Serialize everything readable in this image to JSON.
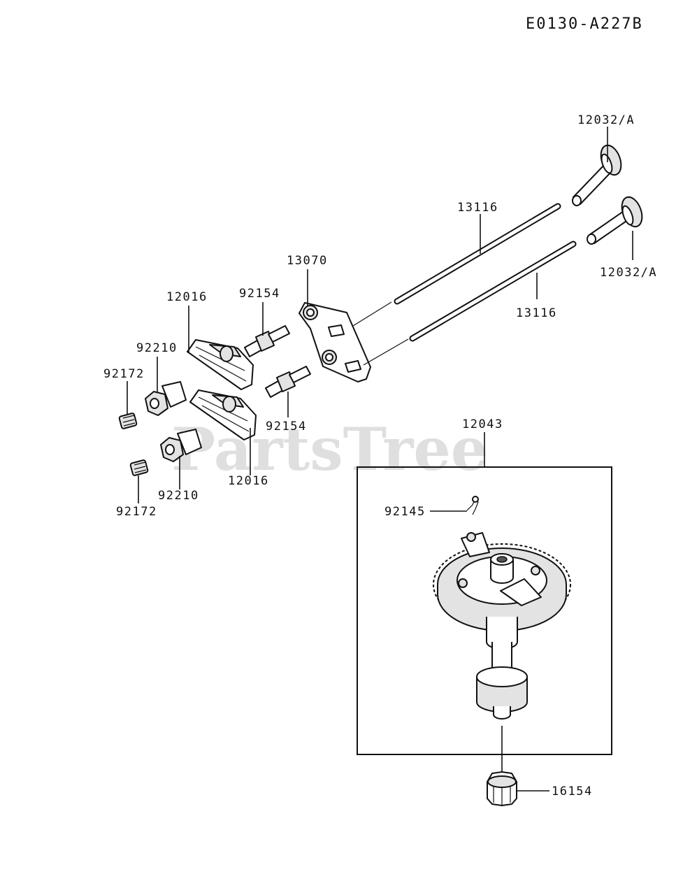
{
  "diagram_code": "E0130-A227B",
  "watermark": "PartsTree",
  "callouts": {
    "valve_upper": "12032/A",
    "valve_lower": "12032/A",
    "push_rod_upper": "13116",
    "push_rod_lower": "13116",
    "push_rod_guide": "13070",
    "stud_upper": "92154",
    "stud_lower": "92154",
    "rocker_arm_upper": "12016",
    "rocker_arm_lower": "12016",
    "nut_upper": "92210",
    "nut_lower": "92210",
    "setscrew_upper": "92172",
    "setscrew_lower": "92172",
    "camshaft_assembly": "12043",
    "spring": "92145",
    "oil_pump_rotor": "16154"
  }
}
